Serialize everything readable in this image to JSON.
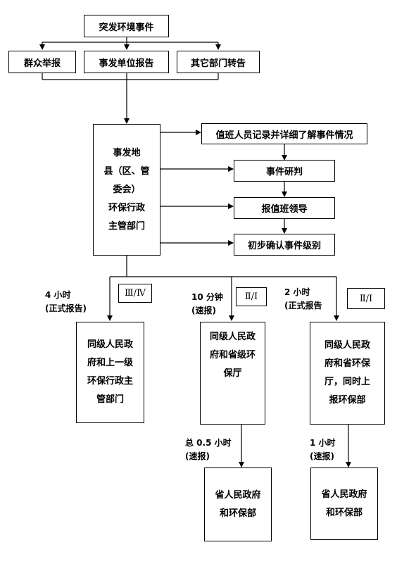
{
  "top": "突发环境事件",
  "sources": [
    "群众举报",
    "事发单位报告",
    "其它部门转告"
  ],
  "county": [
    "事发地",
    "县（区、管",
    "委会）",
    "环保行政",
    "主管部门"
  ],
  "steps": [
    "值班人员记录并详细了解事件情况",
    "事件研判",
    "报值班领导",
    "初步确认事件级别"
  ],
  "branches": [
    {
      "time": [
        "4 小时",
        "(正式报告)"
      ],
      "level": "Ⅲ/Ⅳ",
      "target": [
        "同级人民政",
        "府和上一级",
        "环保行政主",
        "管部门"
      ]
    },
    {
      "time": [
        "10 分钟",
        "(速报)"
      ],
      "level": "Ⅱ/Ⅰ",
      "target": [
        "同级人民政",
        "府和省级环",
        "保厅"
      ],
      "next_time": [
        "总 0.5 小时",
        "(速报)"
      ],
      "next_target": [
        "省人民政府",
        "和环保部"
      ]
    },
    {
      "time": [
        "2 小时",
        "(正式报告"
      ],
      "level": "Ⅱ/Ⅰ",
      "target": [
        "同级人民政",
        "府和省环保",
        "厅，同时上",
        "报环保部"
      ],
      "next_time": [
        "1 小时",
        "(速报)"
      ],
      "next_target": [
        "省人民政府",
        "和环保部"
      ]
    }
  ]
}
